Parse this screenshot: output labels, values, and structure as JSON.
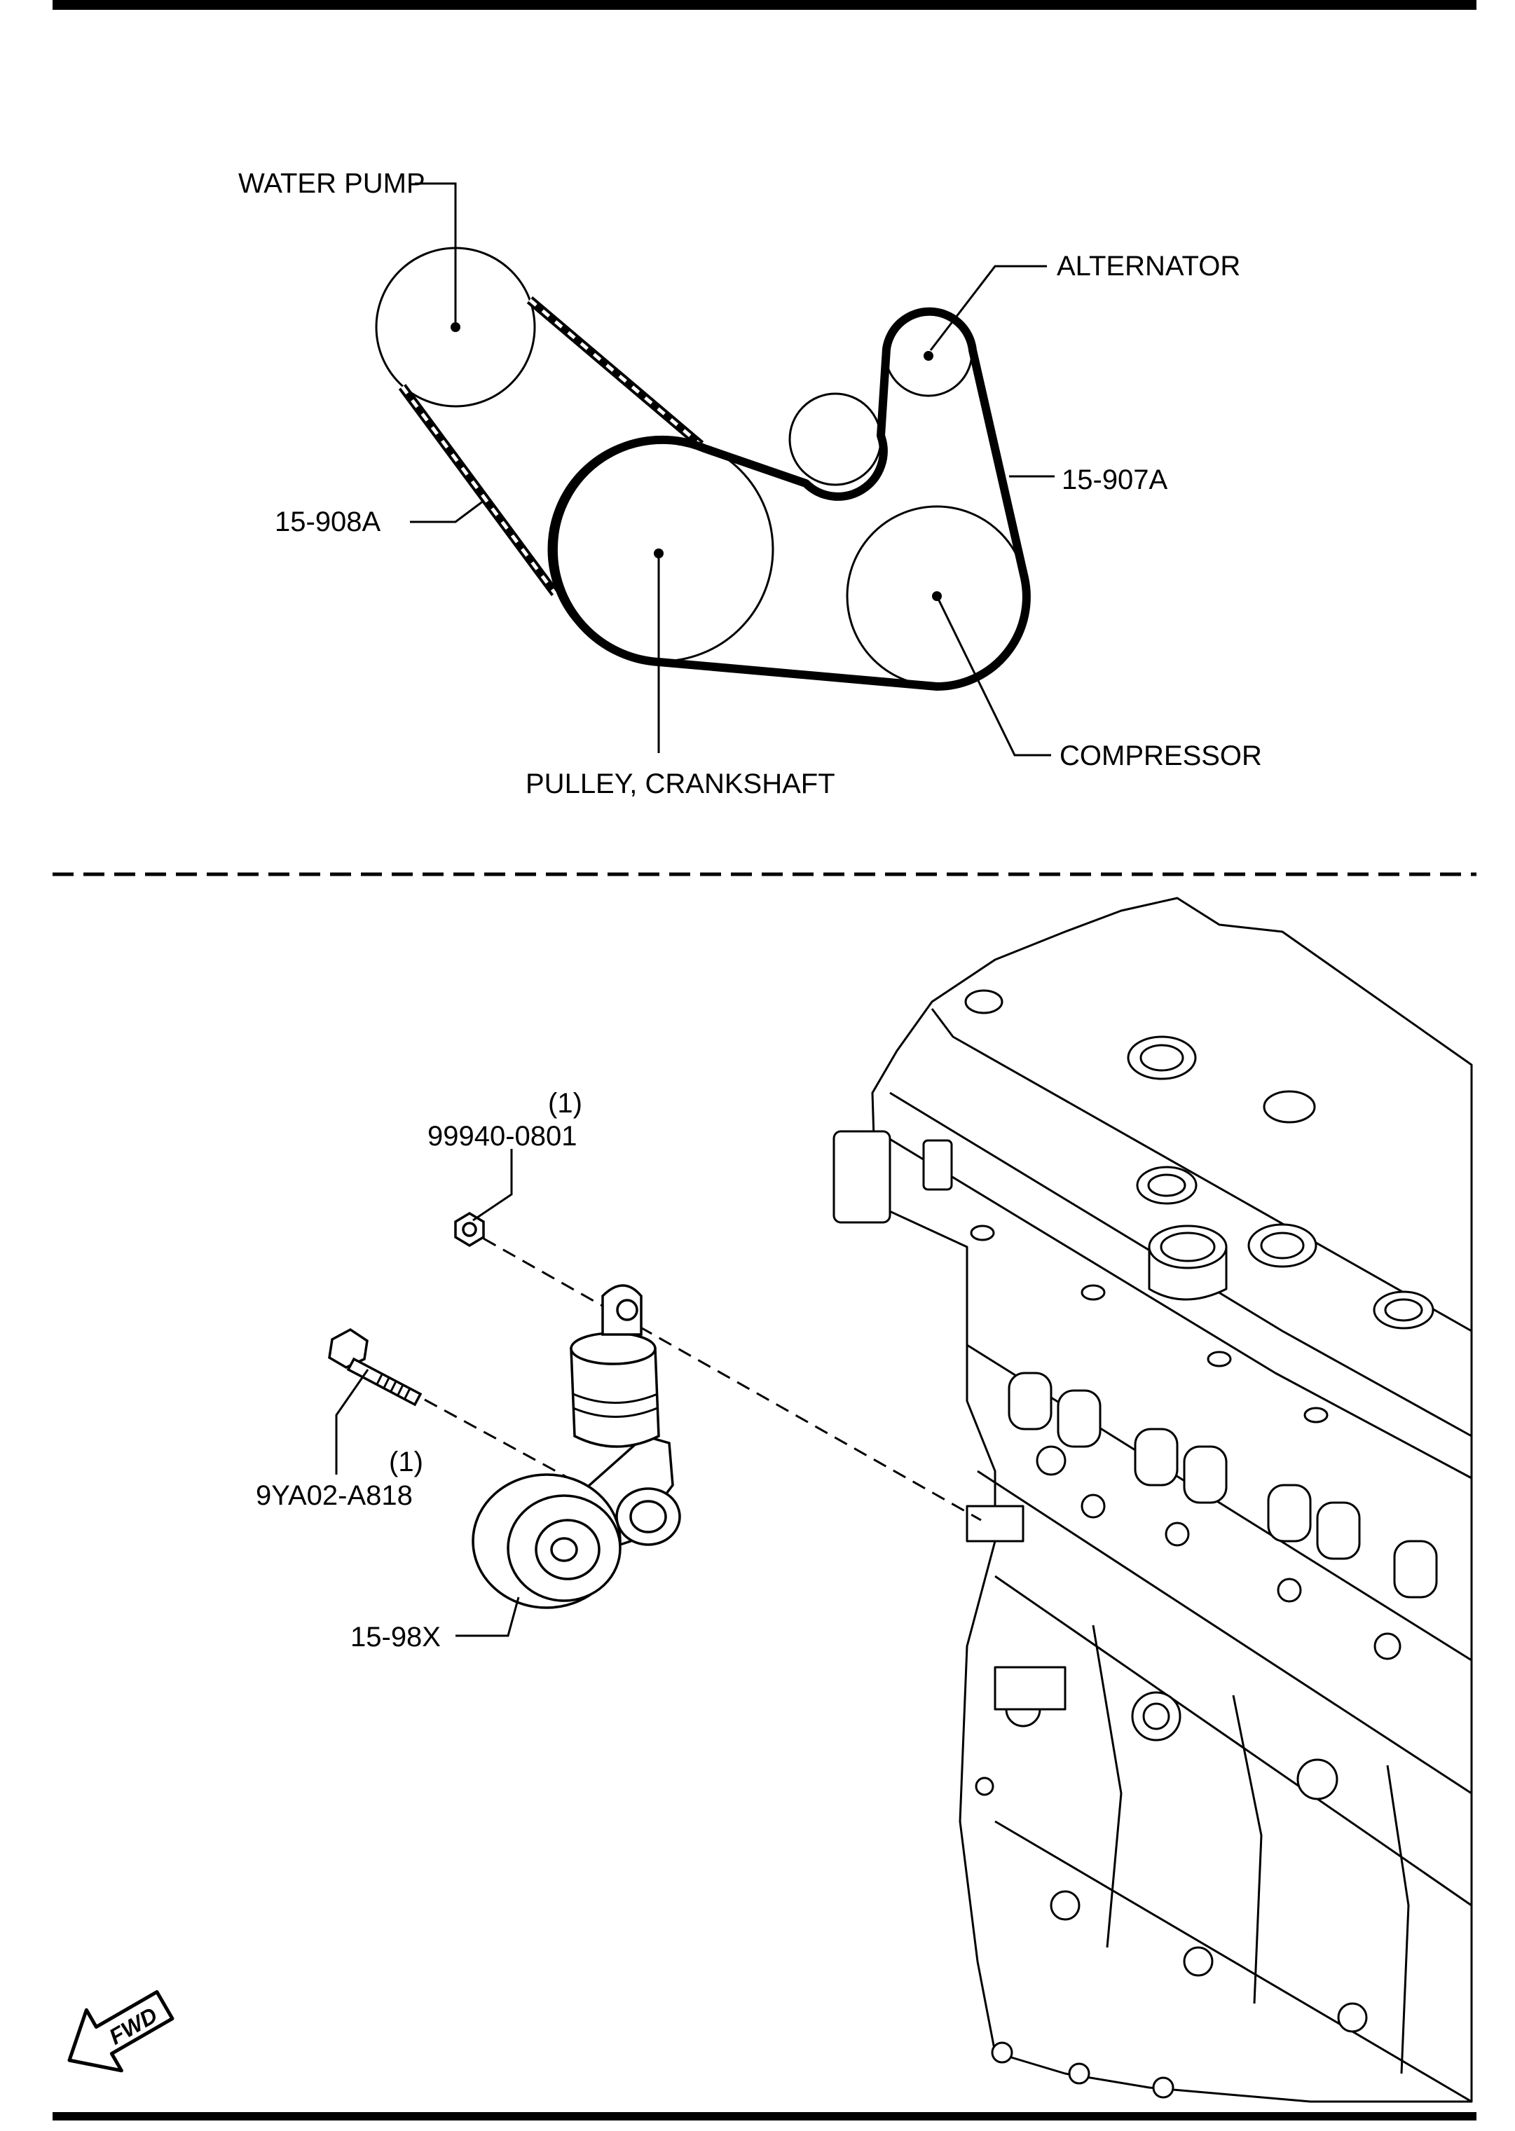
{
  "diagram": {
    "belt_routing": {
      "labels": {
        "water_pump": "WATER PUMP",
        "alternator": "ALTERNATOR",
        "belt_a": "15-907A",
        "belt_b": "15-908A",
        "crankshaft_pulley": "PULLEY, CRANKSHAFT",
        "compressor": "COMPRESSOR"
      }
    },
    "exploded_view": {
      "nut": {
        "part_number": "99940-0801",
        "quantity": "(1)"
      },
      "bolt": {
        "part_number": "9YA02-A818",
        "quantity": "(1)"
      },
      "tensioner": {
        "part_number": "15-98X"
      }
    },
    "fwd_arrow": {
      "label": "FWD"
    }
  }
}
